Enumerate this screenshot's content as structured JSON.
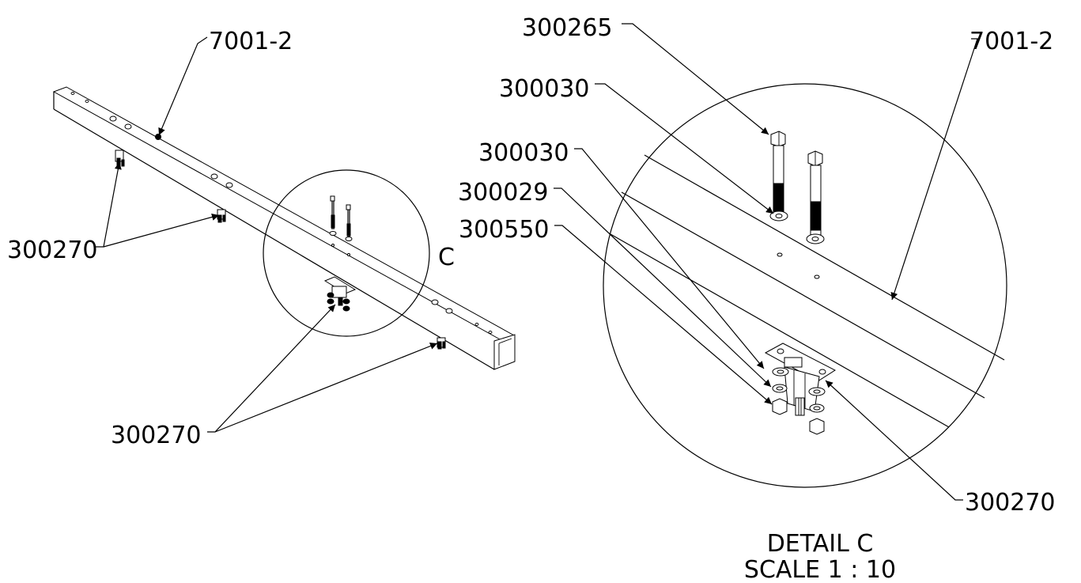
{
  "labels": {
    "main_beam": "7001-2",
    "main_clamp_left": "300270",
    "main_clamp_bottom": "300270",
    "detail_marker": "C",
    "detail_bolt": "300265",
    "detail_washer_top": "300030",
    "detail_washer_bottom": "300030",
    "detail_lockwasher": "300029",
    "detail_nut": "300550",
    "detail_beam": "7001-2",
    "detail_clamp": "300270"
  },
  "detail_caption": {
    "title": "DETAIL C",
    "scale": "SCALE 1 : 10"
  }
}
